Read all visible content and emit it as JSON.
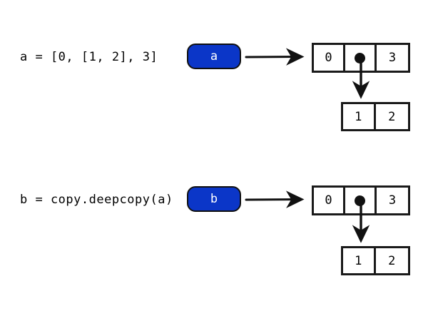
{
  "diagram": {
    "title": "python-deepcopy-memory-diagram",
    "accent_color": "#0b36c8",
    "stroke_color": "#1a1a1a",
    "background_color": "#ffffff",
    "blocks": [
      {
        "id": "top",
        "code": "a = [0, [1, 2], 3]",
        "variable": "a",
        "arrow": "right-arrow-icon",
        "list_cells": [
          "0",
          "pointer-dot-icon",
          "3"
        ],
        "pointer_arrow": "down-arrow-icon",
        "sub_list_cells": [
          "1",
          "2"
        ]
      },
      {
        "id": "bottom",
        "code": "b = copy.deepcopy(a)",
        "variable": "b",
        "arrow": "right-arrow-icon",
        "list_cells": [
          "0",
          "pointer-dot-icon",
          "3"
        ],
        "pointer_arrow": "down-arrow-icon",
        "sub_list_cells": [
          "1",
          "2"
        ]
      }
    ]
  }
}
